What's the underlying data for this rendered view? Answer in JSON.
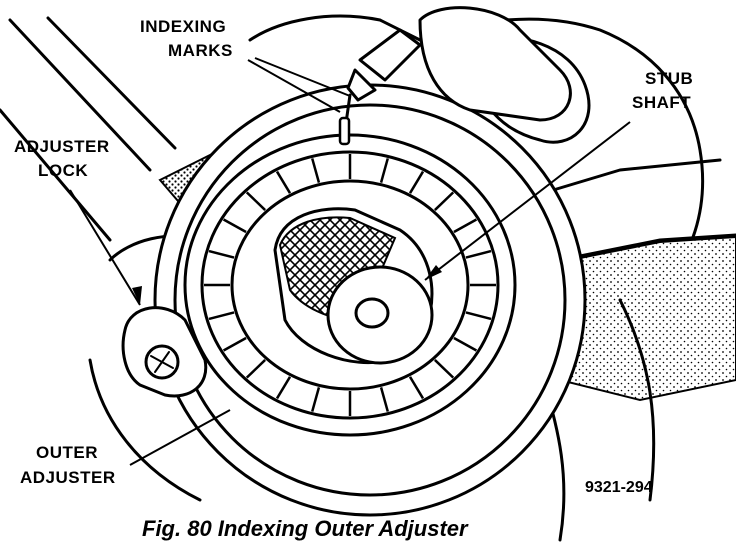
{
  "labels": {
    "indexing_marks_line1": "INDEXING",
    "indexing_marks_line2": "MARKS",
    "stub_shaft_line1": "STUB",
    "stub_shaft_line2": "SHAFT",
    "adjuster_lock_line1": "ADJUSTER",
    "adjuster_lock_line2": "LOCK",
    "outer_adjuster_line1": "OUTER",
    "outer_adjuster_line2": "ADJUSTER"
  },
  "figure_code": "9321-294",
  "caption": "Fig. 80 Indexing Outer Adjuster"
}
